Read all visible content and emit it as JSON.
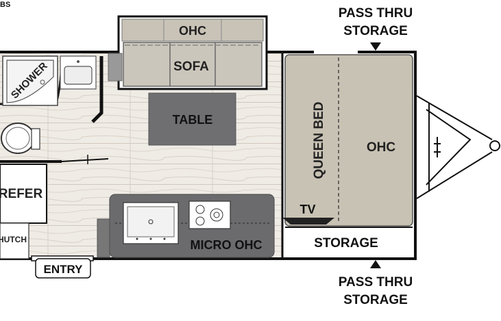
{
  "corner_text": "BS",
  "labels": {
    "ohc_top": "OHC",
    "sofa": "SOFA",
    "shower": "SHOWER",
    "table": "TABLE",
    "queen_bed": "QUEEN BED",
    "ohc_front": "OHC",
    "refer": "REFER",
    "hutch": "HUTCH",
    "tv": "TV",
    "storage": "STORAGE",
    "micro_ohc": "MICRO OHC",
    "entry": "ENTRY",
    "pass_thru_top_line1": "PASS THRU",
    "pass_thru_top_line2": "STORAGE",
    "pass_thru_bottom_line1": "PASS THRU",
    "pass_thru_bottom_line2": "STORAGE"
  },
  "colors": {
    "wall": "#111111",
    "bed": "#c8c2b4",
    "sofa": "#cbc6bb",
    "table": "#6f6f72",
    "counter": "#6b6b6e",
    "floor": "#ece8e2"
  }
}
